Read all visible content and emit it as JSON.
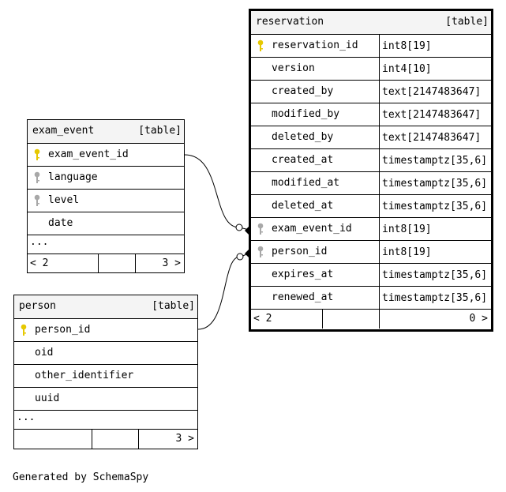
{
  "reservation": {
    "name": "reservation",
    "kind": "[table]",
    "columns": [
      {
        "name": "reservation_id",
        "type": "int8[19]",
        "key": "primary"
      },
      {
        "name": "version",
        "type": "int4[10]",
        "key": ""
      },
      {
        "name": "created_by",
        "type": "text[2147483647]",
        "key": ""
      },
      {
        "name": "modified_by",
        "type": "text[2147483647]",
        "key": ""
      },
      {
        "name": "deleted_by",
        "type": "text[2147483647]",
        "key": ""
      },
      {
        "name": "created_at",
        "type": "timestamptz[35,6]",
        "key": ""
      },
      {
        "name": "modified_at",
        "type": "timestamptz[35,6]",
        "key": ""
      },
      {
        "name": "deleted_at",
        "type": "timestamptz[35,6]",
        "key": ""
      },
      {
        "name": "exam_event_id",
        "type": "int8[19]",
        "key": "foreign"
      },
      {
        "name": "person_id",
        "type": "int8[19]",
        "key": "foreign"
      },
      {
        "name": "expires_at",
        "type": "timestamptz[35,6]",
        "key": ""
      },
      {
        "name": "renewed_at",
        "type": "timestamptz[35,6]",
        "key": ""
      }
    ],
    "footer": {
      "left": "< 2",
      "right": "0 >"
    }
  },
  "exam_event": {
    "name": "exam_event",
    "kind": "[table]",
    "columns": [
      {
        "name": "exam_event_id",
        "key": "primary"
      },
      {
        "name": "language",
        "key": "foreign"
      },
      {
        "name": "level",
        "key": "foreign"
      },
      {
        "name": "date",
        "key": ""
      }
    ],
    "more": "...",
    "footer": {
      "left": "< 2",
      "right": "3 >"
    }
  },
  "person": {
    "name": "person",
    "kind": "[table]",
    "columns": [
      {
        "name": "person_id",
        "key": "primary"
      },
      {
        "name": "oid",
        "key": ""
      },
      {
        "name": "other_identifier",
        "key": ""
      },
      {
        "name": "uuid",
        "key": ""
      }
    ],
    "more": "...",
    "footer": {
      "left": "",
      "right": "3 >"
    }
  },
  "caption": "Generated by SchemaSpy",
  "colors": {
    "primary_key": "#e6c800",
    "foreign_key": "#a8a8a8",
    "header_bg": "#f4f4f4"
  }
}
